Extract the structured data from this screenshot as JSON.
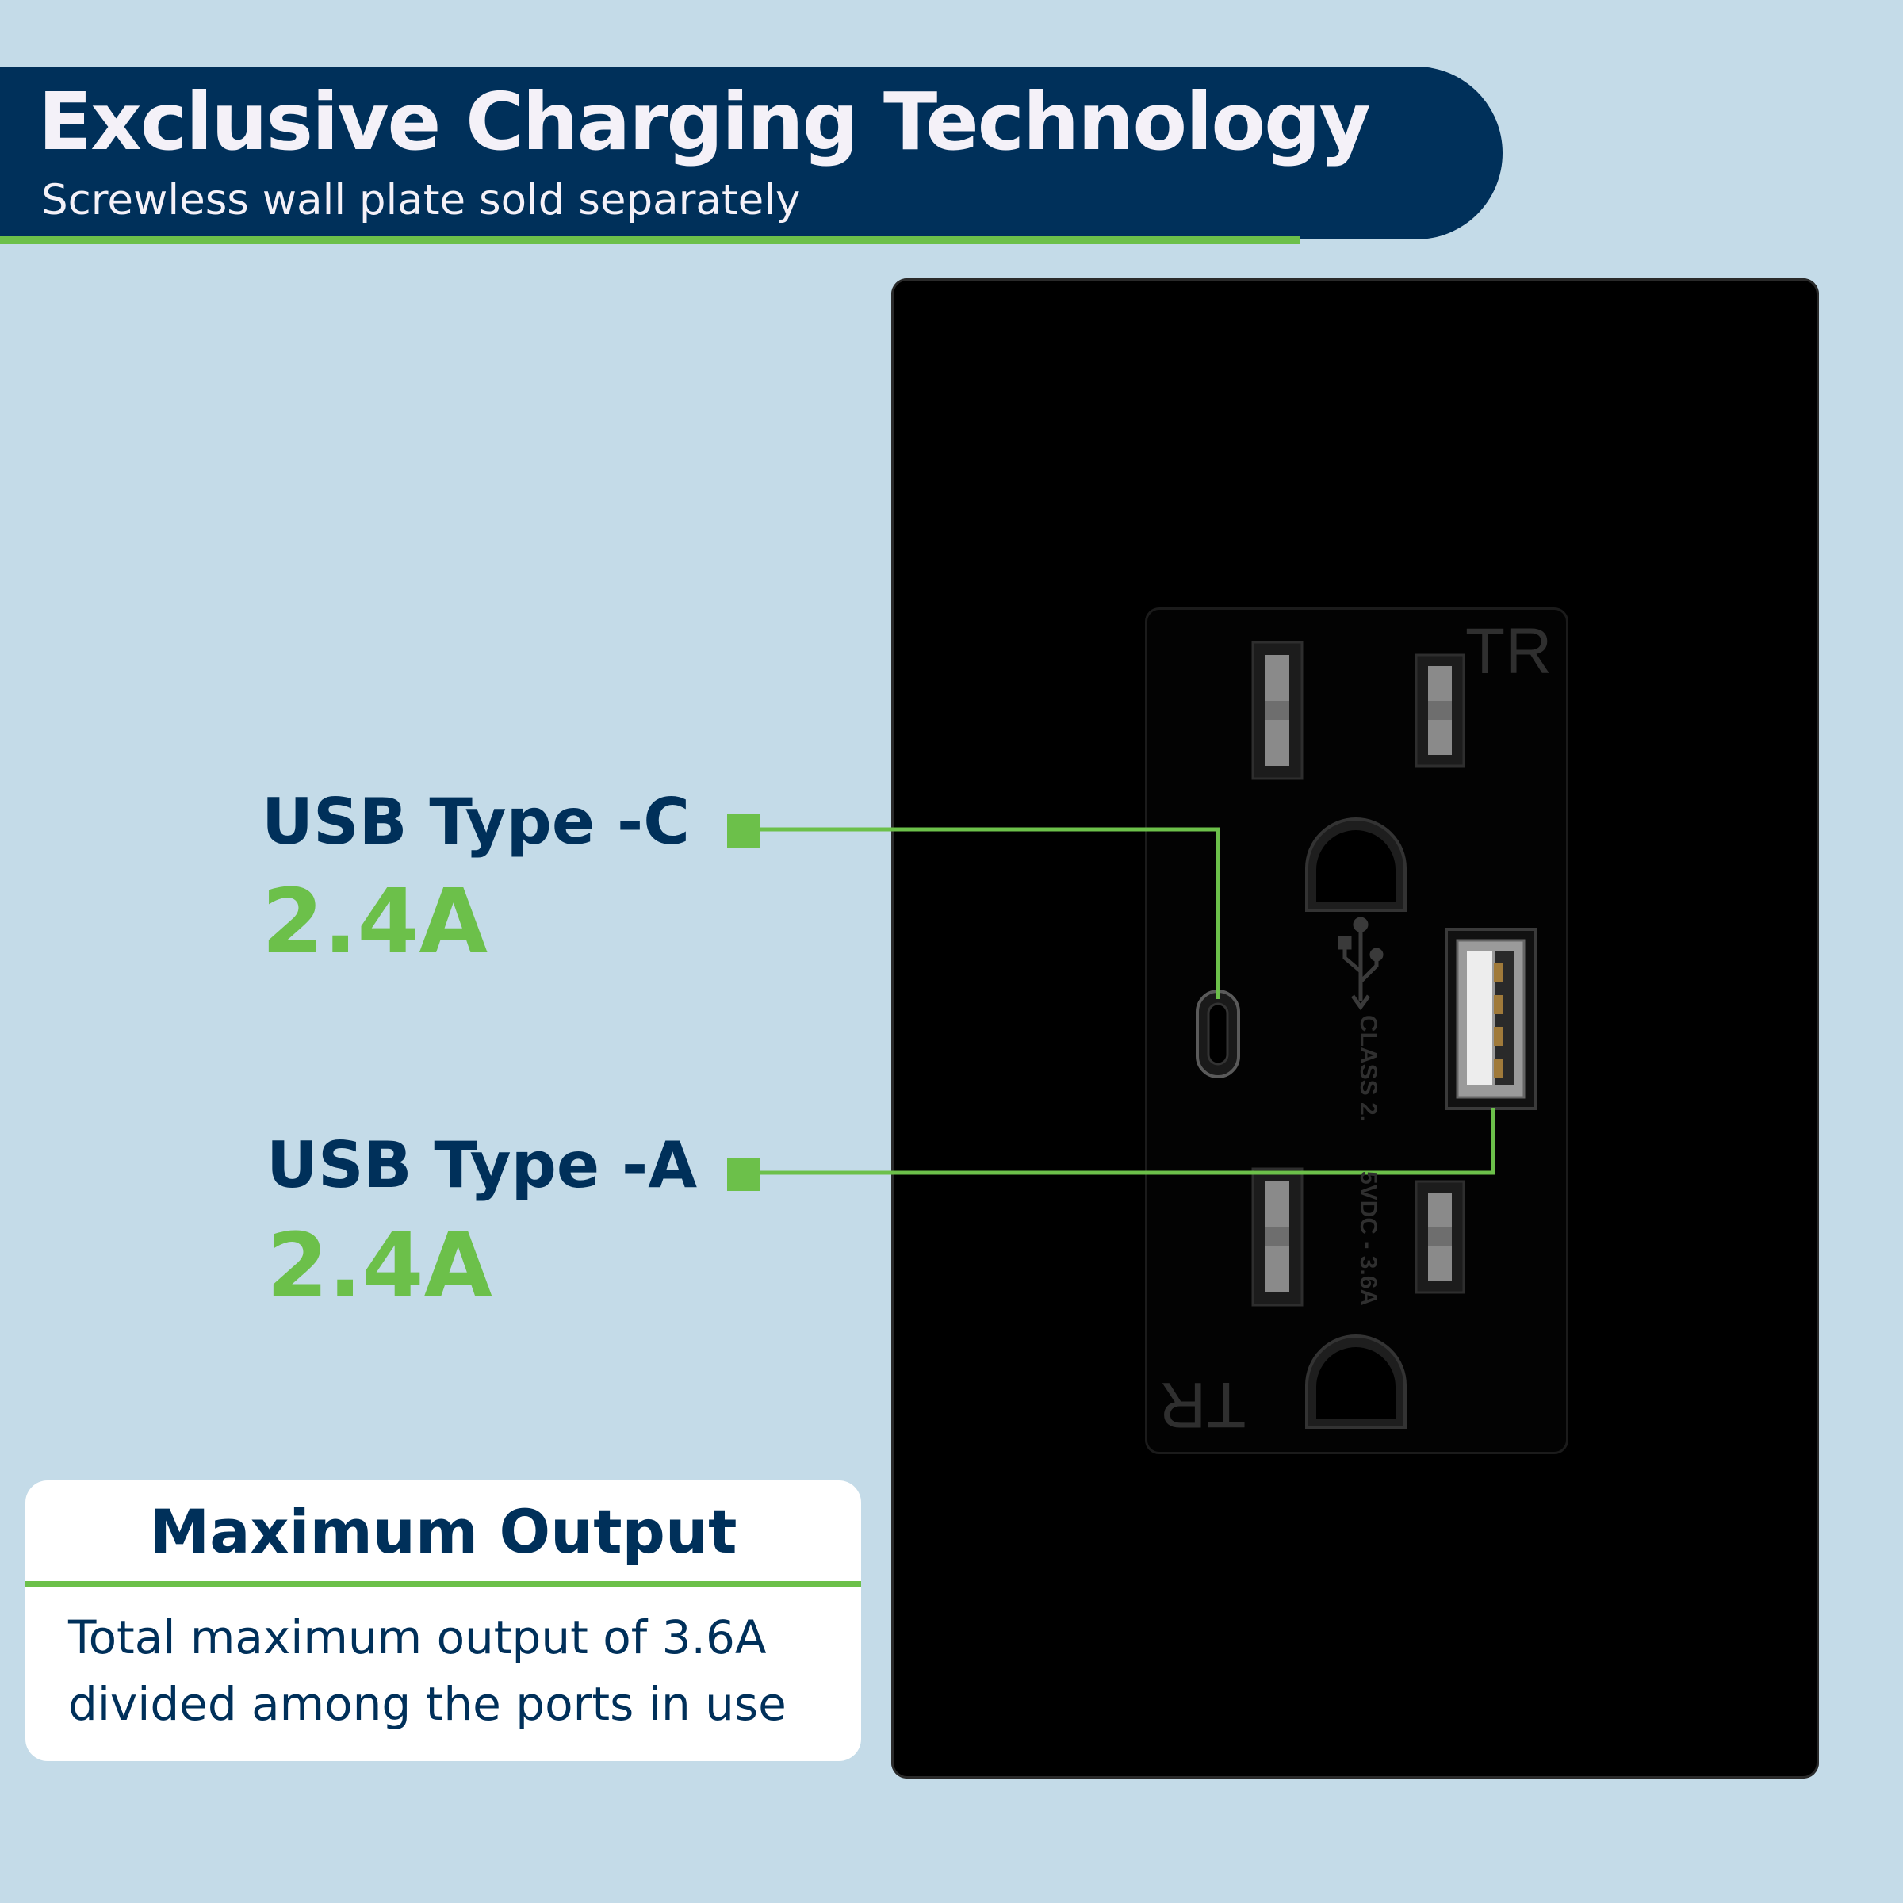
{
  "header": {
    "title": "Exclusive Charging Technology",
    "subtitle": "Screwless wall plate sold separately"
  },
  "ports": [
    {
      "label": "USB Type -C",
      "value": "2.4A"
    },
    {
      "label": "USB Type -A",
      "value": "2.4A"
    }
  ],
  "receptacle": {
    "tr_mark_top": "TR",
    "tr_mark_bottom": "TR",
    "rating_line1": "CLASS 2.",
    "rating_line2": "5VDC - 3.6A",
    "usb_symbol": "usb-icon"
  },
  "info_card": {
    "title": "Maximum Output",
    "line1": "Total maximum output of 3.6A",
    "line2": "divided among the ports in use"
  },
  "colors": {
    "background": "#c4dbe8",
    "navy": "#00305a",
    "green": "#6cc04a",
    "plate": "#000000"
  }
}
